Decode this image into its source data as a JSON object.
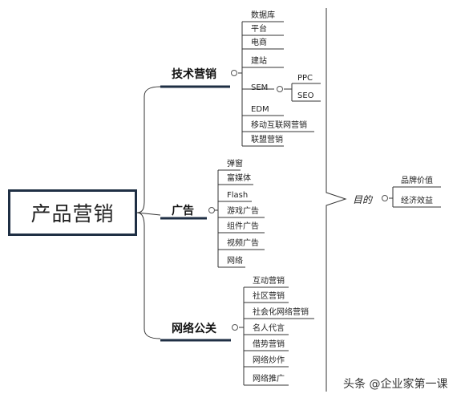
{
  "root": {
    "label": "产品营销"
  },
  "branches": [
    {
      "label": "技术营销",
      "items": [
        "数据库",
        "平台",
        "电商",
        "建站",
        "SEM",
        "EDM",
        "移动互联网营销",
        "联盟营销"
      ],
      "sem_children": [
        "PPC",
        "SEO"
      ]
    },
    {
      "label": "广告",
      "items": [
        "弹窗",
        "富媒体",
        "Flash",
        "游戏广告",
        "组件广告",
        "视频广告",
        "网络"
      ]
    },
    {
      "label": "网络公关",
      "items": [
        "互动营销",
        "社区营销",
        "社会化网络营销",
        "名人代言",
        "借势营销",
        "网络炒作",
        "网络推广"
      ]
    }
  ],
  "purpose": {
    "label": "目的",
    "items": [
      "品牌价值",
      "经济效益"
    ]
  },
  "watermark": "头条 @企业家第一课"
}
